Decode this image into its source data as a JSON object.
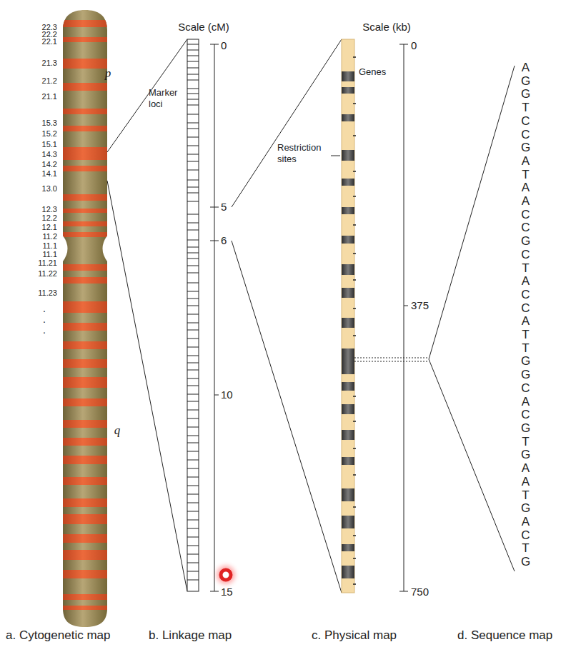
{
  "diagram": {
    "labels": [
      "22.3",
      "22.2",
      "22.1",
      "21.3",
      "21.2",
      "21.1",
      "15.3",
      "15.2",
      "15.1",
      "14.3",
      "14.2",
      "14.1",
      "13.0",
      "12.3",
      "12.2",
      "12.1",
      "11.2",
      "11.1",
      "11.1",
      "11.21",
      "11.22",
      "11.23",
      ".",
      ".",
      ".",
      "p",
      "q",
      "Scale (cM)",
      "Marker loci",
      "0",
      "5",
      "6",
      "10",
      "15",
      "Scale (kb)",
      "Genes",
      "Restriction sites",
      "0",
      "375",
      "750",
      "AGGTCCGATAACCGCTACCATTGGCACGTGAATGACTG",
      "a. Cytogenetic map",
      "b. Linkage map",
      "c. Physical map",
      "d. Sequence map"
    ]
  }
}
